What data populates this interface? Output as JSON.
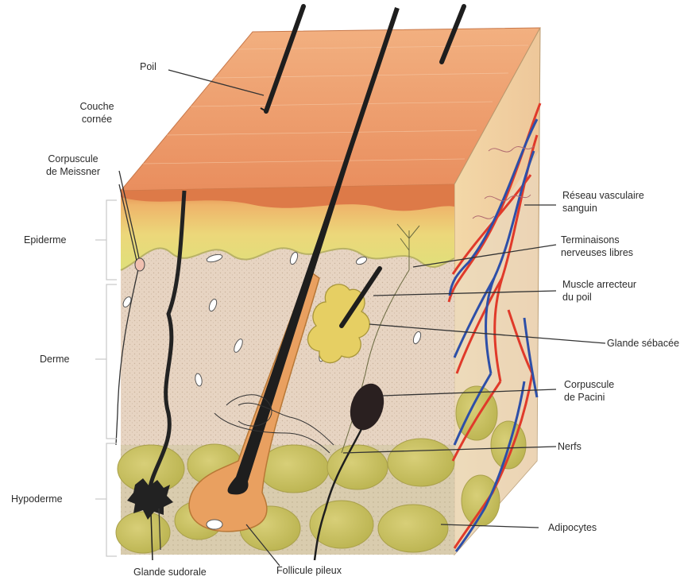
{
  "labels": {
    "poil": "Poil",
    "couche_cornee": [
      "Couche",
      "cornée"
    ],
    "meissner": [
      "Corpuscule",
      "de Meissner"
    ],
    "epiderme": "Epiderme",
    "derme": "Derme",
    "hypoderme": "Hypoderme",
    "glande_sudorale": "Glande sudorale",
    "follicule": "Follicule pileux",
    "reseau": [
      "Réseau vasculaire",
      "sanguin"
    ],
    "terminaisons": [
      "Terminaisons",
      "nerveuses libres"
    ],
    "muscle": [
      "Muscle arrecteur",
      "du poil"
    ],
    "sebacee": "Glande sébacée",
    "pacini": [
      "Corpuscule",
      "de Pacini"
    ],
    "nerfs": "Nerfs",
    "adipocytes": "Adipocytes"
  },
  "colors": {
    "surface": "#f0a070",
    "epidermis": "#e8d070",
    "dermis": "#e6d2be",
    "hypodermis": "#d7cbaa",
    "fat": "#c8c060",
    "hair": "#1e1e1e",
    "artery": "#e03a2a",
    "vein": "#2d4fa8"
  }
}
